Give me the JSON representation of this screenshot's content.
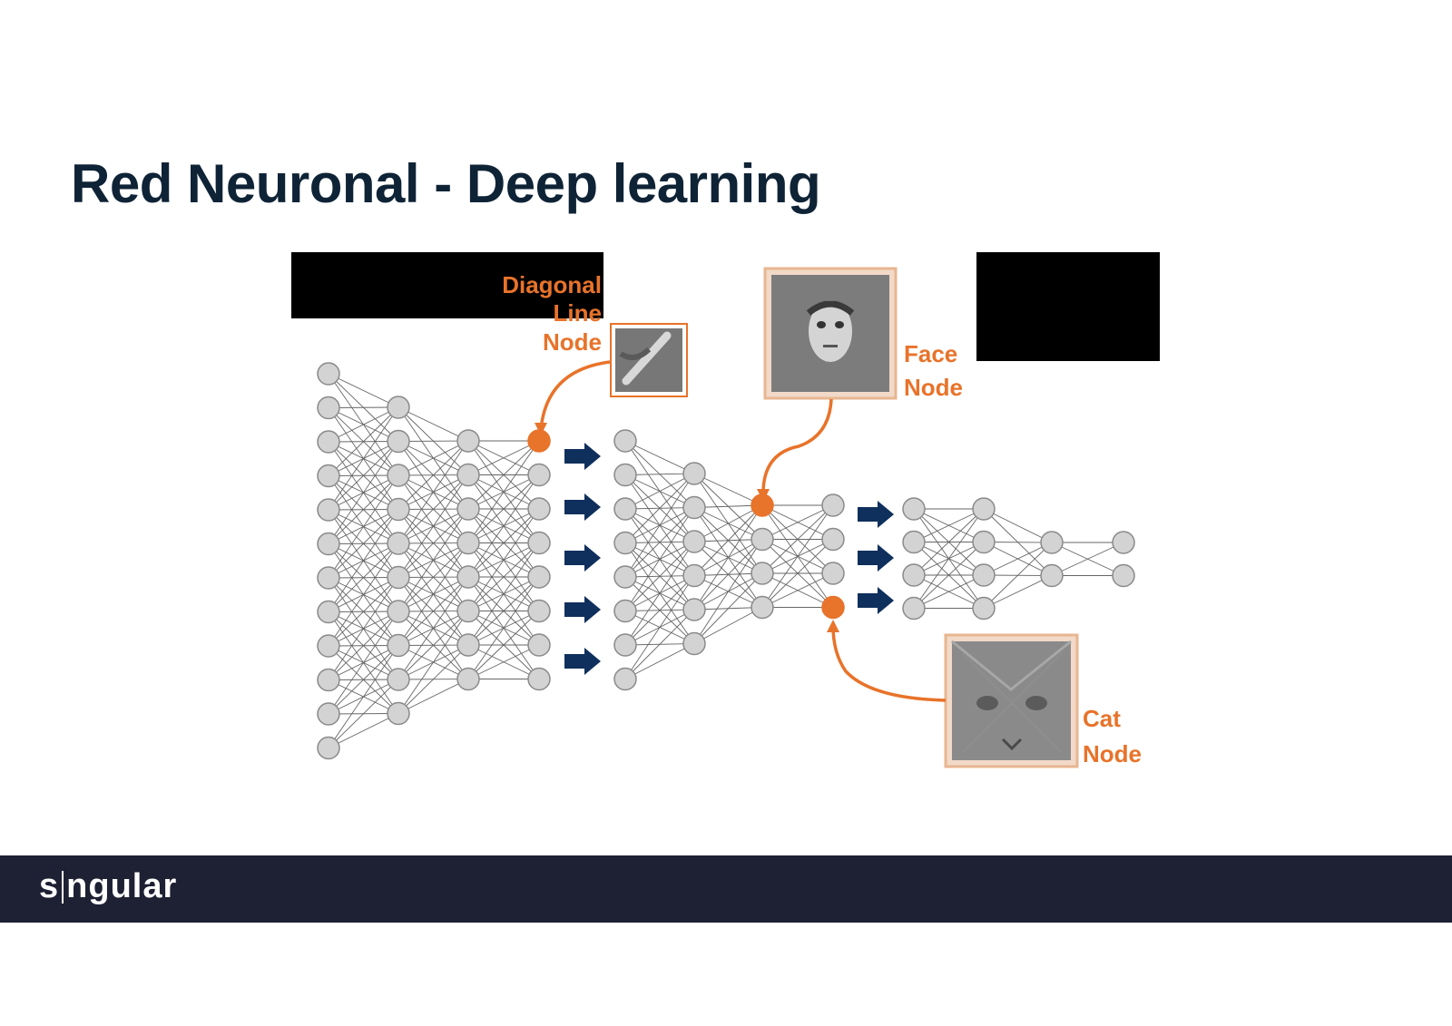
{
  "slide": {
    "title": "Red Neuronal - Deep learning"
  },
  "diagram": {
    "labels": {
      "diagonal_line_node": [
        "Diagonal",
        "Line",
        "Node"
      ],
      "face_node": [
        "Face",
        "Node"
      ],
      "cat_node": [
        "Cat",
        "Node"
      ]
    },
    "colors": {
      "highlight_node": "#e8732a",
      "arrow": "#0f2f5c",
      "node": "#d3d3d3",
      "node_stroke": "#8a8a8a"
    }
  },
  "footer": {
    "logo_part1": "s",
    "logo_part2": "ngular"
  }
}
